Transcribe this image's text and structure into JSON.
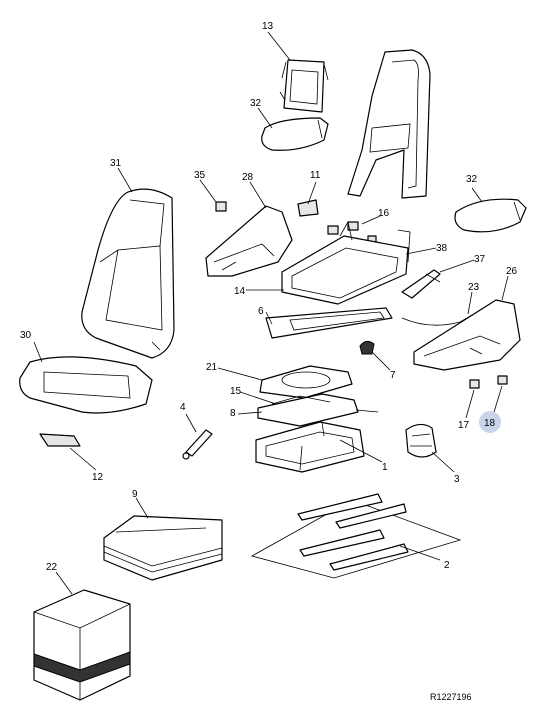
{
  "callouts": [
    "13",
    "32",
    "31",
    "35",
    "28",
    "11",
    "16",
    "38",
    "32",
    "37",
    "14",
    "30",
    "6",
    "23",
    "26",
    "21",
    "7",
    "15",
    "4",
    "8",
    "17",
    "18",
    "12",
    "1",
    "3",
    "9",
    "22",
    "2"
  ],
  "highlight_color": "#c9d3ea",
  "reference": "R1227196"
}
